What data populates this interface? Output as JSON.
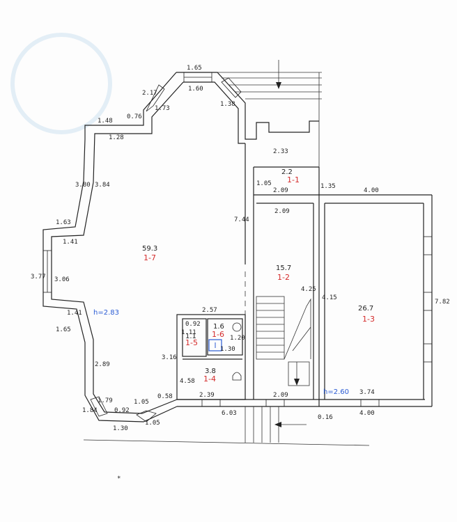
{
  "plan": {
    "rooms": [
      {
        "id": "1-1",
        "area": "2.2",
        "key": "r11"
      },
      {
        "id": "1-2",
        "area": "15.7",
        "key": "r12"
      },
      {
        "id": "1-3",
        "area": "26.7",
        "key": "r13"
      },
      {
        "id": "1-4",
        "area": "3.8",
        "key": "r14"
      },
      {
        "id": "1-5",
        "area": "1.1",
        "key": "r15"
      },
      {
        "id": "1-6",
        "area": "1.6",
        "key": "r16"
      },
      {
        "id": "1-7",
        "area": "59.3",
        "key": "r17"
      }
    ],
    "heights": [
      {
        "key": "h1",
        "text": "h=2.83"
      },
      {
        "key": "h2",
        "text": "h=2.60"
      }
    ],
    "dimensions": [
      "1.65",
      "1.60",
      "1.38",
      "2.17",
      "1.73",
      "0.76",
      "1.48",
      "1.28",
      "3.80",
      "3.84",
      "1.63",
      "1.41",
      "3.77",
      "3.06",
      "1.65",
      "1.41",
      "2.89",
      "1.84",
      "1.79",
      "0.92",
      "1.05",
      "1.30",
      "1.05",
      "0.58",
      "7.44",
      "2.33",
      "1.05",
      "2.09",
      "1.35",
      "4.00",
      "2.09",
      "4.25",
      "4.15",
      "7.82",
      "2.57",
      "0.92",
      "1.11",
      "1.20",
      "1.30",
      "3.16",
      "4.58",
      "2.39",
      "2.09",
      "6.03",
      "3.74",
      "0.16",
      "4.00"
    ]
  }
}
